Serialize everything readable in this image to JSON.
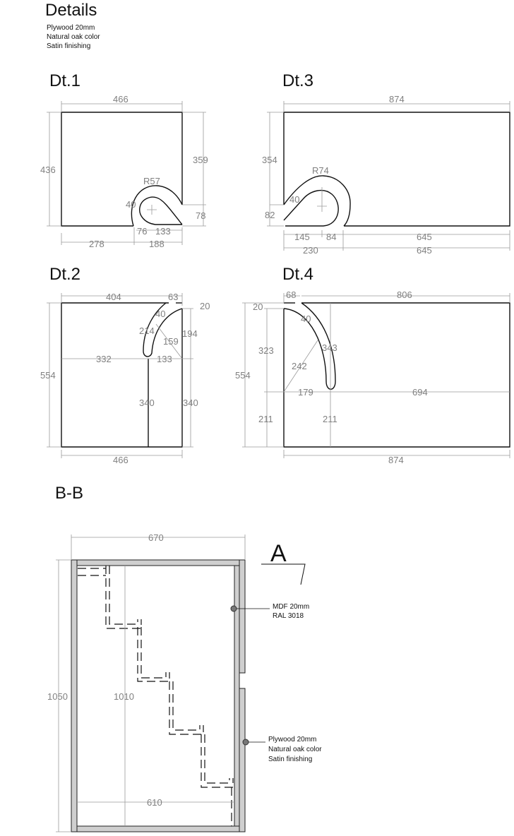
{
  "header": {
    "title": "Details",
    "notes": [
      "Plywood 20mm",
      "Natural oak color",
      "Satin finishing"
    ]
  },
  "dt1": {
    "label": "Dt.1",
    "dims": [
      "466",
      "436",
      "359",
      "R57",
      "40",
      "78",
      "76",
      "133",
      "278",
      "188"
    ]
  },
  "dt3": {
    "label": "Dt.3",
    "dims": [
      "874",
      "354",
      "R74",
      "40",
      "82",
      "145",
      "84",
      "645",
      "230",
      "645"
    ]
  },
  "dt2": {
    "label": "Dt.2",
    "dims": [
      "404",
      "63",
      "20",
      "40",
      "214",
      "194",
      "159",
      "332",
      "133",
      "554",
      "340",
      "340",
      "466"
    ]
  },
  "dt4": {
    "label": "Dt.4",
    "dims": [
      "68",
      "806",
      "20",
      "40",
      "323",
      "343",
      "242",
      "554",
      "179",
      "694",
      "211",
      "211",
      "874"
    ]
  },
  "section": {
    "label": "B-B",
    "dims": [
      "670",
      "1050",
      "1010",
      "610"
    ],
    "marker": "A",
    "mdf_note": [
      "MDF 20mm",
      "RAL 3018"
    ],
    "plywood_note": [
      "Plywood 20mm",
      "Natural oak color",
      "Satin finishing"
    ]
  }
}
